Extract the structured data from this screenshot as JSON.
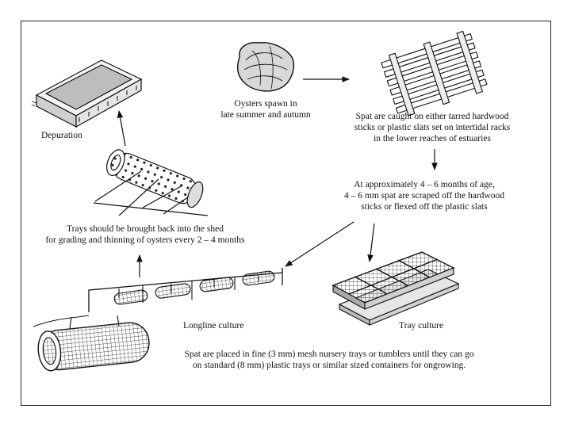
{
  "labels": {
    "spawn": [
      "Oysters spawn in",
      "late summer and autumn"
    ],
    "caught": [
      "Spat are caught on either tarred hardwood",
      "sticks or plastic slats set on intertidal racks",
      "in the lower reaches of estuaries"
    ],
    "scraped": [
      "At approximately 4 – 6 months of age,",
      "4 – 6 mm spat are scraped off the hardwood",
      "sticks or flexed off the plastic slats"
    ],
    "trays_back": [
      "Trays should be brought back into the shed",
      "for grading and thinning of oysters every 2 – 4 months"
    ],
    "depuration": "Depuration",
    "longline": "Longline culture",
    "tray_culture": "Tray culture",
    "nursery": [
      "Spat are placed in fine (3 mm) mesh nursery trays or tumblers  until they can go",
      "on standard (8 mm) plastic trays  or similar sized containers for ongrowing."
    ]
  },
  "colors": {
    "ink": "#111111",
    "background": "#ffffff"
  }
}
